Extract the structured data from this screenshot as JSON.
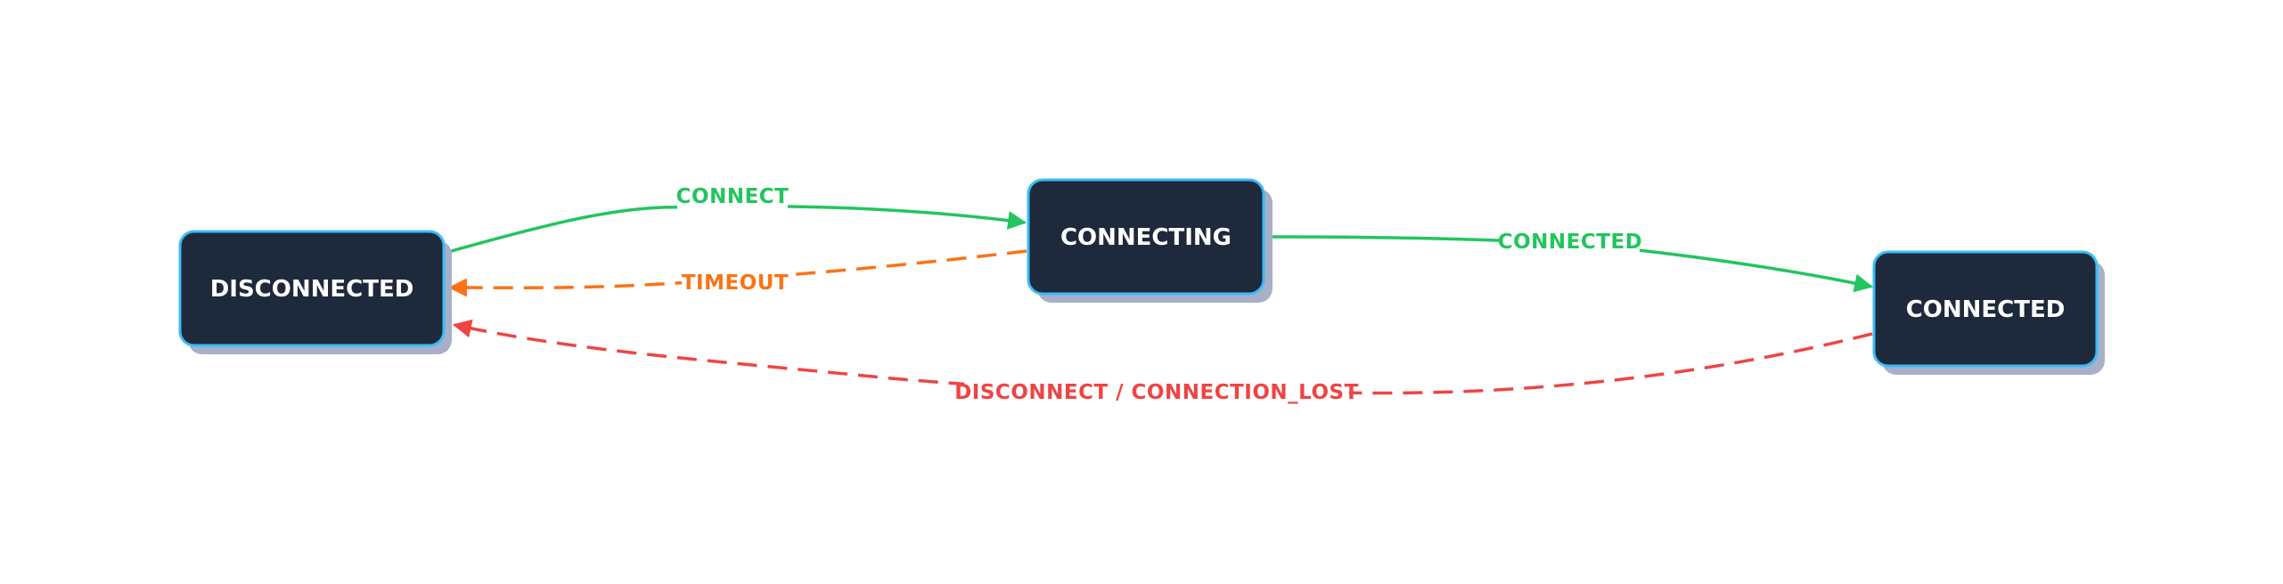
{
  "states": {
    "disconnected": "DISCONNECTED",
    "connecting": "CONNECTING",
    "connected": "CONNECTED"
  },
  "transitions": {
    "connect": "CONNECT",
    "timeout": "TIMEOUT",
    "connected": "CONNECTED",
    "disconnect_lost": "DISCONNECT / CONNECTION_LOST"
  },
  "colors": {
    "node_fill": "#1e293b",
    "node_border": "#38bdf8",
    "node_shadow": "#a7b0c8",
    "success": "#22c55e",
    "timeout": "#f97316",
    "error": "#ef4444"
  }
}
